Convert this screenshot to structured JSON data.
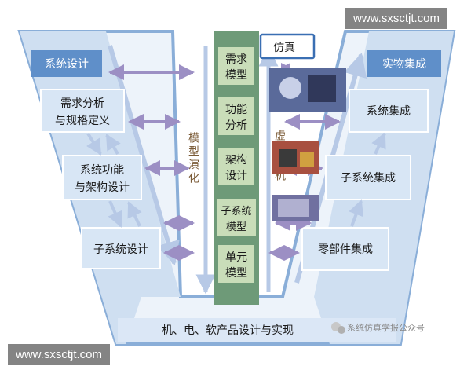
{
  "watermarks": {
    "top_right": "www.sxsctjt.com",
    "bottom_left": "www.sxsctjt.com"
  },
  "left_branch": {
    "header": "系统设计",
    "boxes": [
      {
        "lines": [
          "需求分析",
          "与规格定义"
        ]
      },
      {
        "lines": [
          "系统功能",
          "与架构设计"
        ]
      },
      {
        "lines": [
          "子系统设计"
        ]
      }
    ]
  },
  "right_branch": {
    "header": "实物集成",
    "boxes": [
      {
        "lines": [
          "系统集成"
        ]
      },
      {
        "lines": [
          "子系统集成"
        ]
      },
      {
        "lines": [
          "零部件集成"
        ]
      }
    ]
  },
  "center_column": {
    "boxes": [
      {
        "lines": [
          "需求",
          "模型"
        ]
      },
      {
        "lines": [
          "功能",
          "分析"
        ]
      },
      {
        "lines": [
          "架构",
          "设计"
        ]
      },
      {
        "lines": [
          "子系统",
          "模型"
        ]
      },
      {
        "lines": [
          "单元",
          "模型"
        ]
      }
    ]
  },
  "vertical_labels": {
    "model_evolution": "模型演化",
    "virtual_prototype": "虚拟样机"
  },
  "simulation_label": "仿真",
  "bottom_bar": "机、电、软产品设计与实现",
  "footer_credit": "系统仿真学报公众号",
  "colors": {
    "v_outline": "#8aaed8",
    "v_fill": "#edf3fa",
    "header_band": "#5f8fc9",
    "inner_box": "#d8e6f5",
    "center_column": "#6e9a78",
    "center_box": "#c9ddb9",
    "arrow": "#9c8fc4",
    "text": "#1a1a1a"
  },
  "icons": [
    "photo-thumbnail-icon",
    "wechat-icon"
  ]
}
